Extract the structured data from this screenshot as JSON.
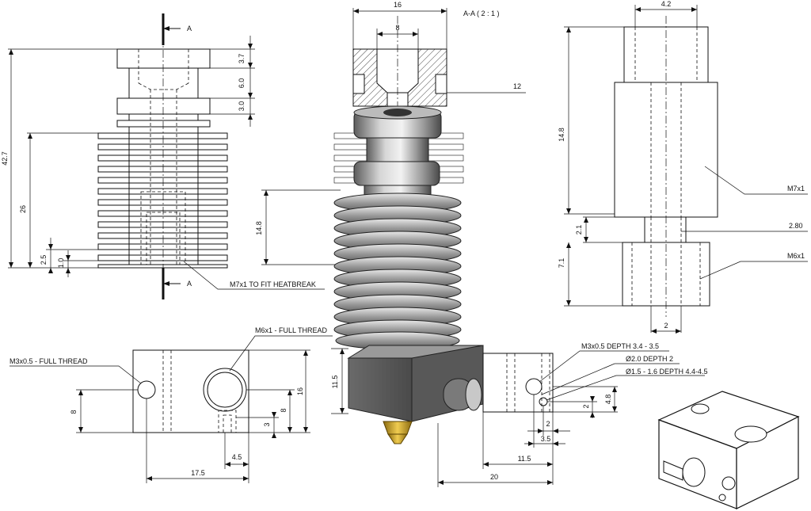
{
  "section_label": "A-A ( 2 : 1 )",
  "section_marker": "A",
  "callouts": {
    "heatsink_thread": "M7x1 TO FIT HEATBREAK",
    "block_m6": "M6x1 - FULL THREAD",
    "block_m3": "M3x0.5 - FULL THREAD",
    "side_m3": "M3x0.5 DEPTH 3.4 - 3.5",
    "side_d2": "Ø2.0 DEPTH 2",
    "side_d15": "Ø1.5 - 1.6 DEPTH 4.4-4.5",
    "heatbreak_m7": "M7x1",
    "heatbreak_280": "2.80",
    "heatbreak_m6": "M6x1"
  },
  "dimensions": {
    "hs_37": "3.7",
    "hs_60": "6.0",
    "hs_30": "3.0",
    "hs_427": "42.7",
    "hs_26": "26",
    "hs_25": "2.5",
    "hs_10": "1.0",
    "sec_16": "16",
    "sec_8": "8",
    "sec_12": "12",
    "asm_148": "14.8",
    "asm_115": "11.5",
    "hb_42": "4.2",
    "hb_148": "14.8",
    "hb_21": "2.1",
    "hb_71": "7.1",
    "hb_2": "2",
    "blk_16": "16",
    "blk_8a": "8",
    "blk_8b": "8",
    "blk_3": "3",
    "blk_45": "4.5",
    "blk_175": "17.5",
    "sv_48": "4.8",
    "sv_2a": "2",
    "sv_2b": "2",
    "sv_35": "3.5",
    "sv_115": "11.5",
    "sv_20": "20"
  }
}
